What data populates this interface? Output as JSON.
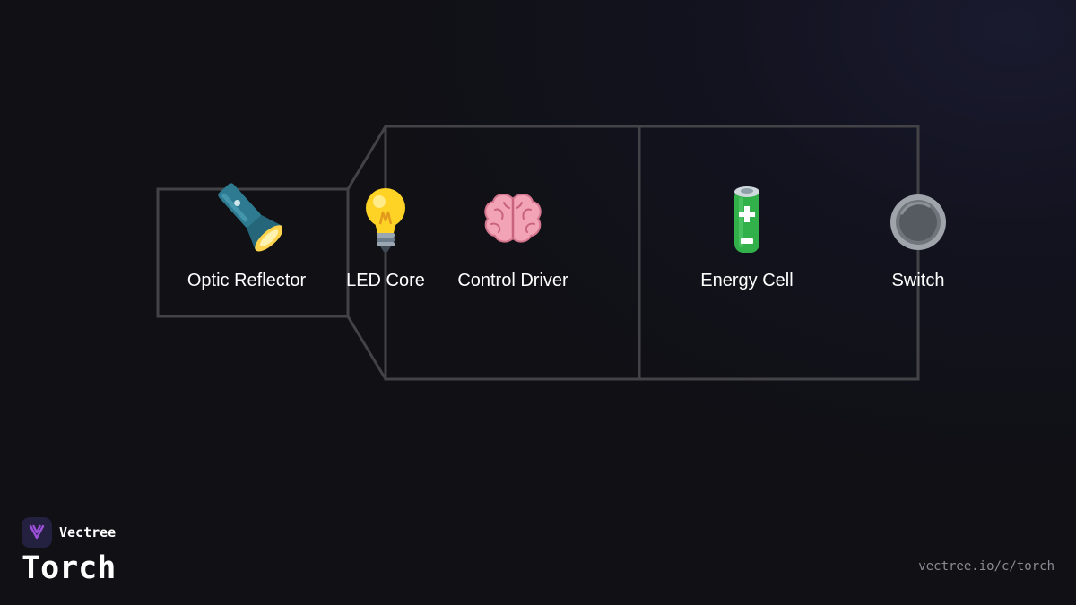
{
  "diagram": {
    "components": [
      {
        "id": "optic-reflector",
        "label": "Optic Reflector",
        "icon": "flashlight-icon"
      },
      {
        "id": "led-core",
        "label": "LED Core",
        "icon": "light-bulb-icon"
      },
      {
        "id": "control-driver",
        "label": "Control Driver",
        "icon": "brain-icon"
      },
      {
        "id": "energy-cell",
        "label": "Energy Cell",
        "icon": "battery-icon"
      },
      {
        "id": "switch",
        "label": "Switch",
        "icon": "round-button-icon"
      }
    ],
    "outline_color": "#434347"
  },
  "brand": {
    "name": "Vectree",
    "logo_icon": "vectree-logo-icon",
    "accent": "#9b4fd9"
  },
  "title": "Torch",
  "footer": {
    "url": "vectree.io/c/torch"
  }
}
